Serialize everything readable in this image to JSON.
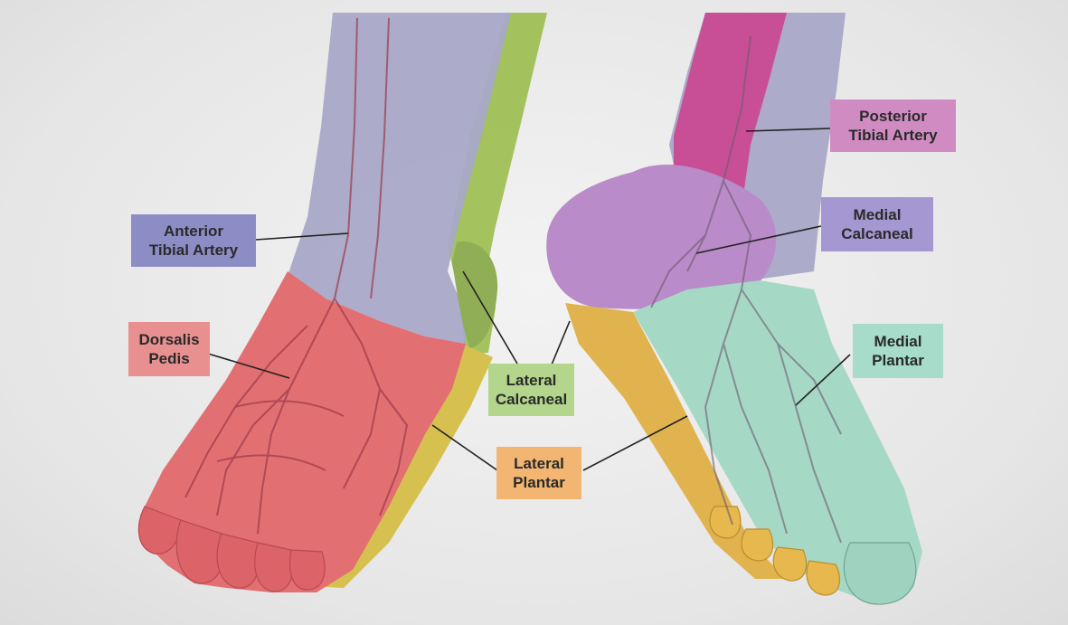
{
  "labels": {
    "anterior_tibial": {
      "line1": "Anterior",
      "line2": "Tibial Artery",
      "color": "#8d8dc6"
    },
    "dorsalis_pedis": {
      "line1": "Dorsalis",
      "line2": "Pedis",
      "color": "#e89090"
    },
    "lateral_calcaneal": {
      "line1": "Lateral",
      "line2": "Calcaneal",
      "color": "#b3d68c"
    },
    "lateral_plantar": {
      "line1": "Lateral",
      "line2": "Plantar",
      "color": "#f2b572"
    },
    "posterior_tibial": {
      "line1": "Posterior",
      "line2": "Tibial Artery",
      "color": "#d08cc2"
    },
    "medial_calcaneal": {
      "line1": "Medial",
      "line2": "Calcaneal",
      "color": "#a497d2"
    },
    "medial_plantar": {
      "line1": "Medial",
      "line2": "Plantar",
      "color": "#a6dcc9"
    }
  }
}
